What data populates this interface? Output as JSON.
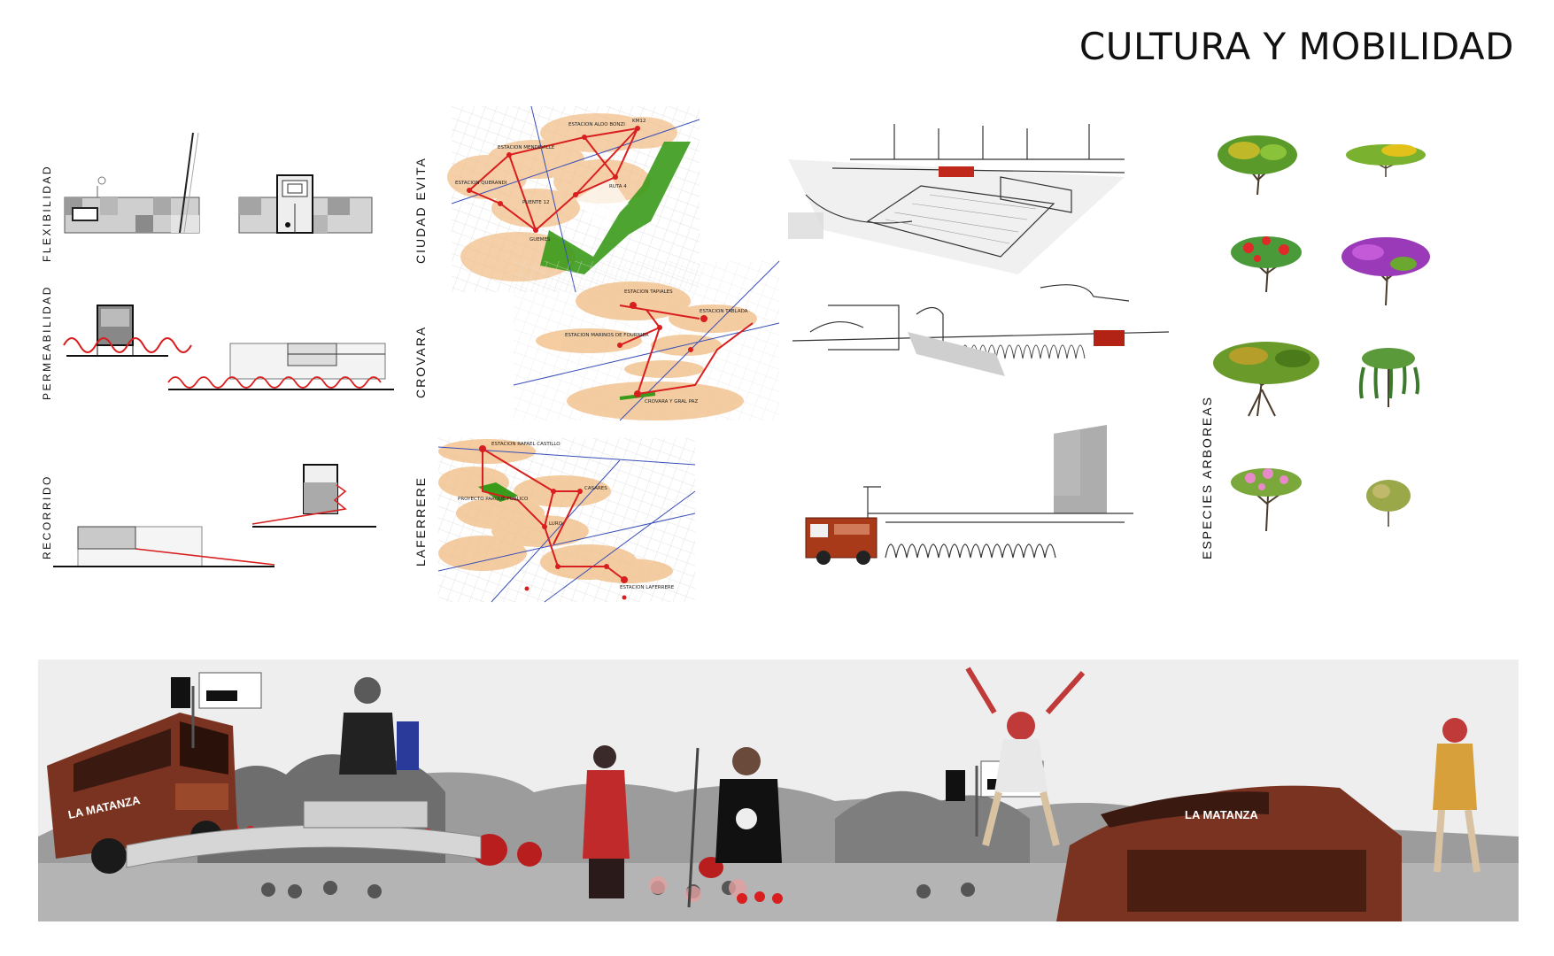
{
  "page": {
    "title": "CULTURA Y MOBILIDAD"
  },
  "diagram_labels": {
    "flexibilidad": "FLEXIBILIDAD",
    "permeabilidad": "PERMEABILIDAD",
    "recorrido": "RECORRIDO",
    "ciudad_evita": "CIUDAD EVITA",
    "crovara": "CROVARA",
    "laferrere": "LAFERRERE",
    "especies": "ESPECIES ARBOREAS"
  },
  "maps": {
    "ciudad_evita": {
      "stations": [
        "ESTACION ALDO BONZI",
        "KM12",
        "ESTACION MENDEVILLE",
        "ESTACION QUERANDI",
        "RUTA 4",
        "PUENTE 12",
        "GUEMES"
      ]
    },
    "crovara": {
      "stations": [
        "ESTACION TAPIALES",
        "ESTACION TABLADA",
        "ESTACION MARINOS DE FOURNIER",
        "CROVARA Y GRAL PAZ"
      ]
    },
    "laferrere": {
      "stations": [
        "ESTACION RAFAEL CASTILLO",
        "PROYECTO PARQUE PUBLICO",
        "CASARES",
        "LURO",
        "ESTACION LAFERRERE"
      ]
    }
  },
  "collage": {
    "bus_sign_left": "LA MATANZA",
    "bus_sign_right": "LA MATANZA"
  },
  "colors": {
    "accent_red": "#d81e1e",
    "influence_orange": "#f2c08a",
    "park_green": "#3a9a1a",
    "bus_brown": "#7a3320"
  }
}
